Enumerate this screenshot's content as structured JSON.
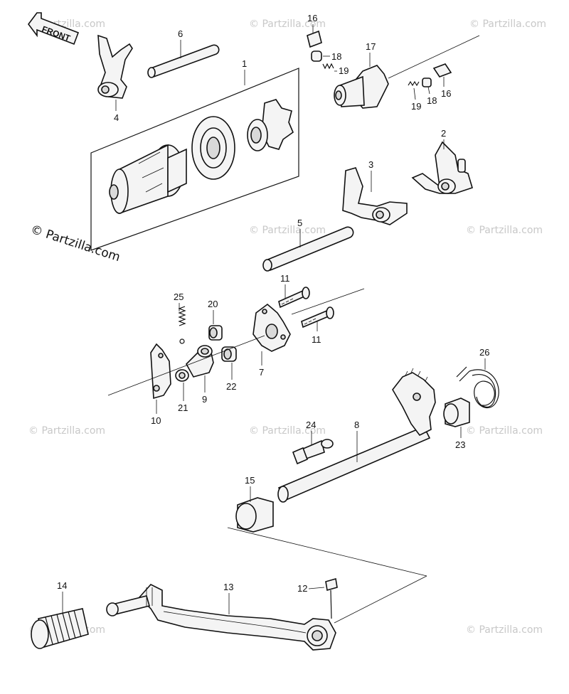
{
  "front_label": "FRONT",
  "watermark_main": "© Partzilla.com",
  "watermark_small": "© Partzilla.com",
  "callouts": {
    "p1": "1",
    "p2": "2",
    "p3": "3",
    "p4": "4",
    "p5": "5",
    "p6": "6",
    "p7": "7",
    "p8": "8",
    "p9": "9",
    "p10": "10",
    "p11a": "11",
    "p11b": "11",
    "p12": "12",
    "p13": "13",
    "p14": "14",
    "p15": "15",
    "p16a": "16",
    "p16b": "16",
    "p17": "17",
    "p18a": "18",
    "p18b": "18",
    "p19a": "19",
    "p19b": "19",
    "p20": "20",
    "p21": "21",
    "p22": "22",
    "p23": "23",
    "p24": "24",
    "p25": "25",
    "p26": "26"
  }
}
